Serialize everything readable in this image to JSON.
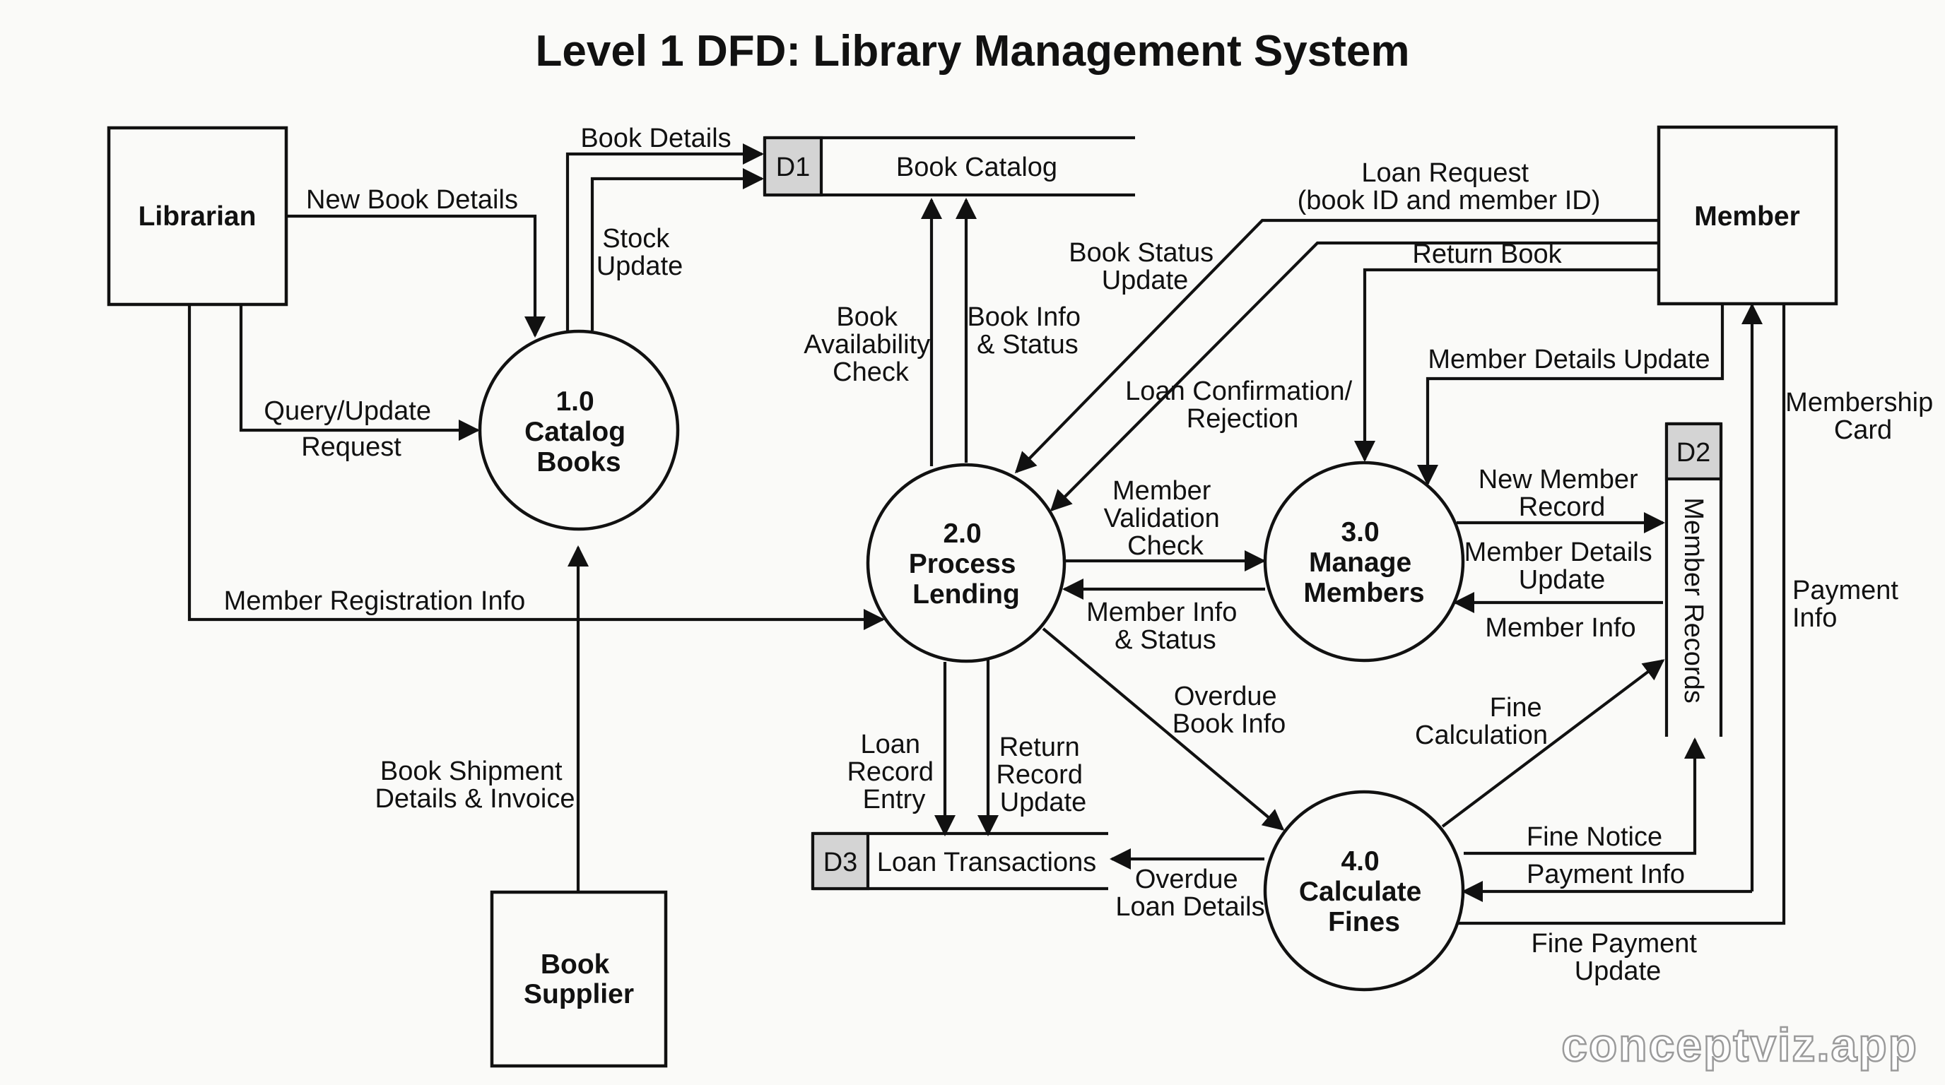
{
  "title": "Level 1 DFD: Library Management System",
  "entities": {
    "librarian": "Librarian",
    "member": "Member",
    "book_supplier": [
      "Book",
      "Supplier"
    ]
  },
  "processes": {
    "p1": [
      "1.0",
      "Catalog",
      "Books"
    ],
    "p2": [
      "2.0",
      "Process",
      "Lending"
    ],
    "p3": [
      "3.0",
      "Manage",
      "Members"
    ],
    "p4": [
      "4.0",
      "Calculate",
      "Fines"
    ]
  },
  "stores": {
    "d1": {
      "id": "D1",
      "name": "Book Catalog"
    },
    "d2": {
      "id": "D2",
      "name": "Member Records"
    },
    "d3": {
      "id": "D3",
      "name": "Loan Transactions"
    }
  },
  "flows": {
    "book_details": [
      "Book Details"
    ],
    "new_book_details": [
      "New Book Details"
    ],
    "stock_update": [
      "Stock",
      "Update"
    ],
    "query_update": [
      "Query/Update",
      "Request"
    ],
    "member_registration_info": [
      "Member Registration Info"
    ],
    "book_shipment": [
      "Book Shipment",
      "Details & Invoice"
    ],
    "book_availability_check": [
      "Book",
      "Availability",
      "Check"
    ],
    "book_info_status": [
      "Book Info",
      "& Status"
    ],
    "book_status_update": [
      "Book Status",
      "Update"
    ],
    "loan_request": [
      "Loan Request",
      "(book ID and member ID)"
    ],
    "loan_confirmation": [
      "Loan Confirmation/",
      "Rejection"
    ],
    "return_book": [
      "Return Book"
    ],
    "member_details_update_top": [
      "Member Details Update"
    ],
    "member_validation_check": [
      "Member",
      "Validation",
      "Check"
    ],
    "member_info_status": [
      "Member Info",
      "& Status"
    ],
    "new_member_record": [
      "New Member",
      "Record"
    ],
    "member_details_update_d2": [
      "Member Details",
      "Update"
    ],
    "member_info": [
      "Member Info"
    ],
    "membership_card": [
      "Membership",
      "Card"
    ],
    "payment_info_right": [
      "Payment",
      "Info"
    ],
    "overdue_book_info": [
      "Overdue",
      "Book Info"
    ],
    "loan_record_entry": [
      "Loan",
      "Record",
      "Entry"
    ],
    "return_record_update": [
      "Return",
      "Record",
      "Update"
    ],
    "fine_calculation": [
      "Fine",
      "Calculation"
    ],
    "fine_notice": [
      "Fine Notice"
    ],
    "payment_info": [
      "Payment Info"
    ],
    "overdue_loan_details": [
      "Overdue",
      "Loan Details"
    ],
    "fine_payment_update": [
      "Fine Payment",
      "Update"
    ]
  },
  "watermark": "conceptviz.app"
}
